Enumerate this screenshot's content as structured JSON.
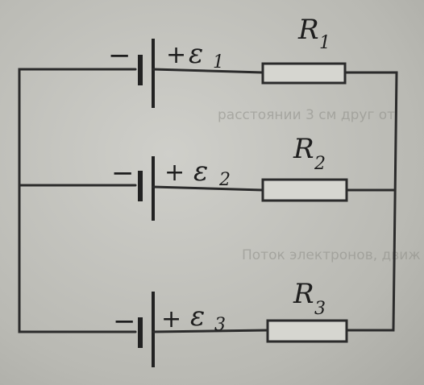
{
  "branches": [
    {
      "minus": "−",
      "plus": "+",
      "emf_symbol": "ε",
      "emf_index": "1",
      "resistor_symbol": "R",
      "resistor_index": "1"
    },
    {
      "minus": "−",
      "plus": "+",
      "emf_symbol": "ε",
      "emf_index": "2",
      "resistor_symbol": "R",
      "resistor_index": "2"
    },
    {
      "minus": "−",
      "plus": "+",
      "emf_symbol": "ε",
      "emf_index": "3",
      "resistor_symbol": "R",
      "resistor_index": "3"
    }
  ],
  "bleed_through": [
    "расстоянии 3 см друг от",
    "Поток электронов, движ"
  ],
  "colors": {
    "ink": "#2b2b2b",
    "paper": "#c4c4bf"
  }
}
